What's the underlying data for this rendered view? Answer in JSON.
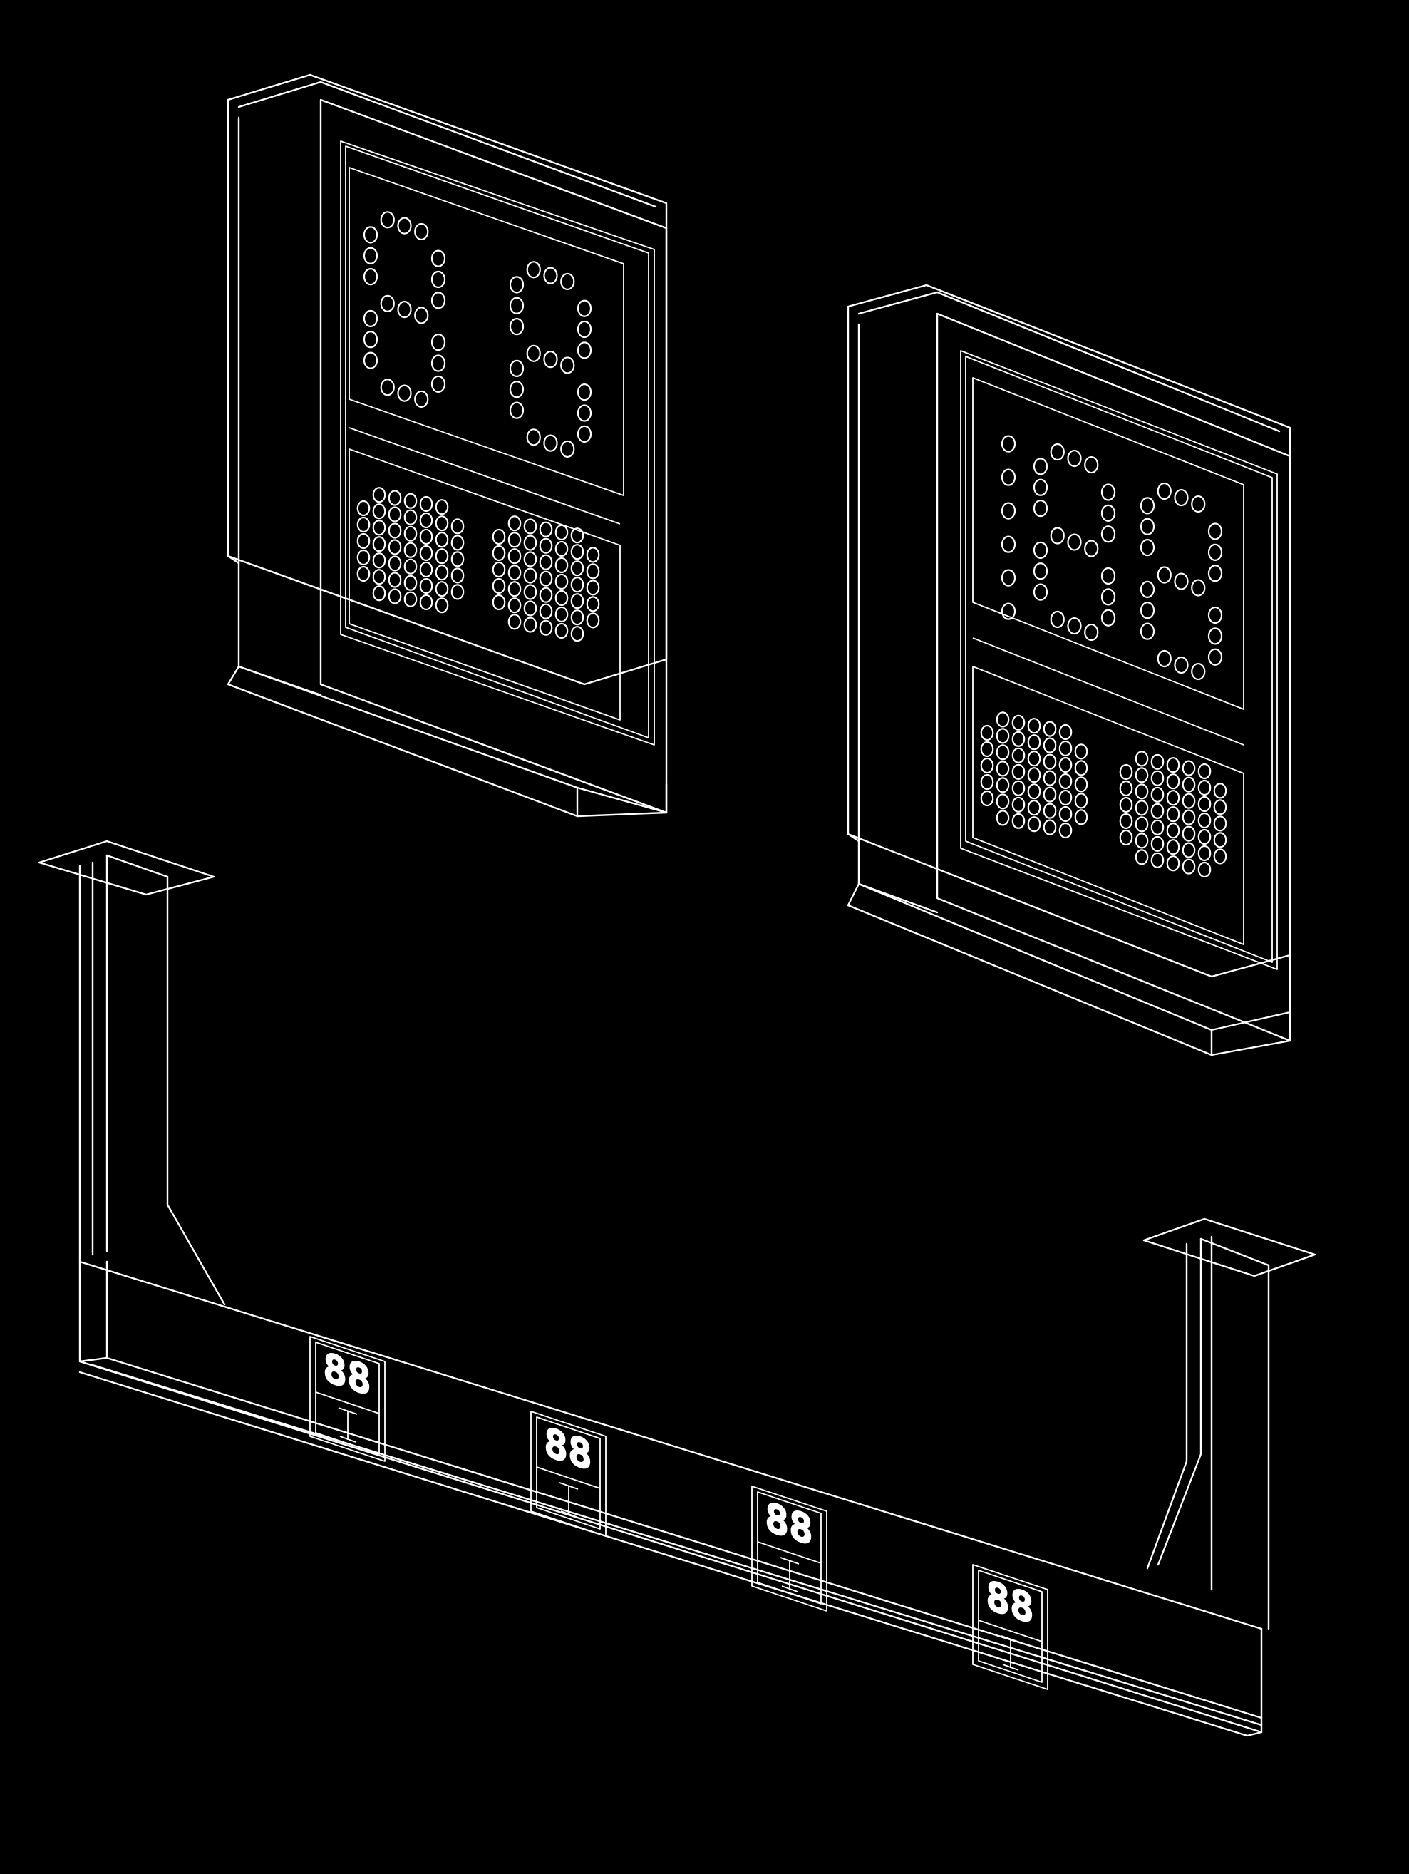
{
  "scene": {
    "background_color": "#000000",
    "line_color": "#ffffff"
  },
  "large_displays": [
    {
      "id": "left-display",
      "upper_digits": "88",
      "lower_matrices": 2
    },
    {
      "id": "right-display",
      "upper_digits": "188",
      "lower_matrices": 2
    }
  ],
  "beam_units": [
    {
      "digits": "88",
      "icon": "person-symbol"
    },
    {
      "digits": "88",
      "icon": "person-symbol"
    },
    {
      "digits": "88",
      "icon": "person-symbol"
    },
    {
      "digits": "88",
      "icon": "person-symbol"
    }
  ]
}
